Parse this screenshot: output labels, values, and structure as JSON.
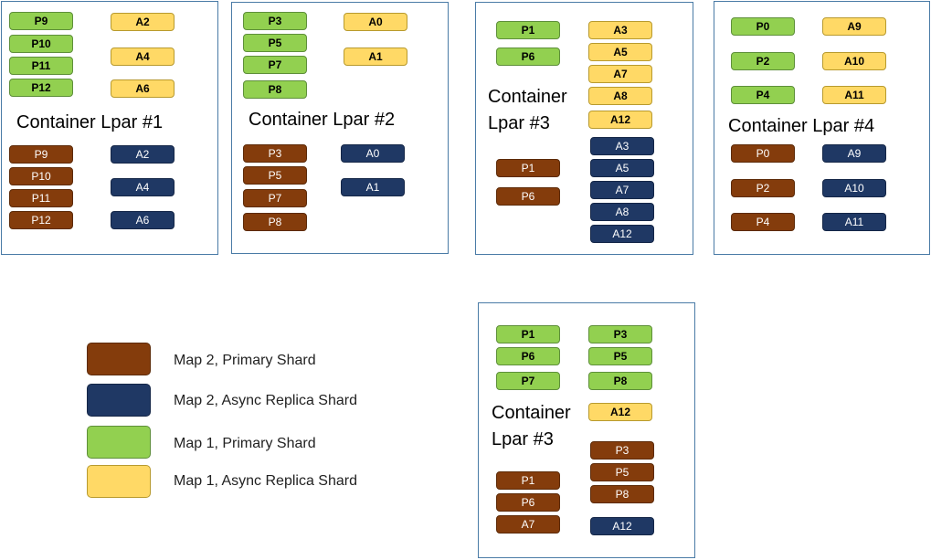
{
  "colors": {
    "map1_primary": "#92d050",
    "map1_replica": "#ffd966",
    "map2_primary": "#843c0c",
    "map2_replica": "#1f3864",
    "container_border": "#4a7ba6"
  },
  "containers": [
    {
      "label": "Container Lpar #1",
      "map1_primary": [
        "P9",
        "P10",
        "P11",
        "P12"
      ],
      "map1_replica": [
        "A2",
        "A4",
        "A6"
      ],
      "map2_primary": [
        "P9",
        "P10",
        "P11",
        "P12"
      ],
      "map2_replica": [
        "A2",
        "A4",
        "A6"
      ]
    },
    {
      "label": "Container Lpar #2",
      "map1_primary": [
        "P3",
        "P5",
        "P7",
        "P8"
      ],
      "map1_replica": [
        "A0",
        "A1"
      ],
      "map2_primary": [
        "P3",
        "P5",
        "P7",
        "P8"
      ],
      "map2_replica": [
        "A0",
        "A1"
      ]
    },
    {
      "label_line1": "Container",
      "label_line2": "Lpar #3",
      "map1_primary": [
        "P1",
        "P6"
      ],
      "map1_replica": [
        "A3",
        "A5",
        "A7",
        "A8",
        "A12"
      ],
      "map2_primary": [
        "P1",
        "P6"
      ],
      "map2_replica": [
        "A3",
        "A5",
        "A7",
        "A8",
        "A12"
      ]
    },
    {
      "label": "Container Lpar #4",
      "map1_primary": [
        "P0",
        "P2",
        "P4"
      ],
      "map1_replica": [
        "A9",
        "A10",
        "A11"
      ],
      "map2_primary": [
        "P0",
        "P2",
        "P4"
      ],
      "map2_replica": [
        "A9",
        "A10",
        "A11"
      ]
    },
    {
      "label_line1": "Container",
      "label_line2": "Lpar #3",
      "map1_primary": [
        "P1",
        "P6",
        "P7"
      ],
      "map1_primary_right": [
        "P3",
        "P5",
        "P8"
      ],
      "map1_replica": [
        "A12"
      ],
      "map2_primary": [
        "P1",
        "P6",
        "A7"
      ],
      "map2_primary_right": [
        "P3",
        "P5",
        "P8"
      ],
      "map2_replica": [
        "A12"
      ]
    }
  ],
  "legend": [
    {
      "label": "Map 2, Primary Shard",
      "kind": "m2p"
    },
    {
      "label": "Map 2, Async Replica Shard",
      "kind": "m2r"
    },
    {
      "label": "Map 1, Primary Shard",
      "kind": "m1p"
    },
    {
      "label": "Map 1, Async Replica Shard",
      "kind": "m1r"
    }
  ]
}
